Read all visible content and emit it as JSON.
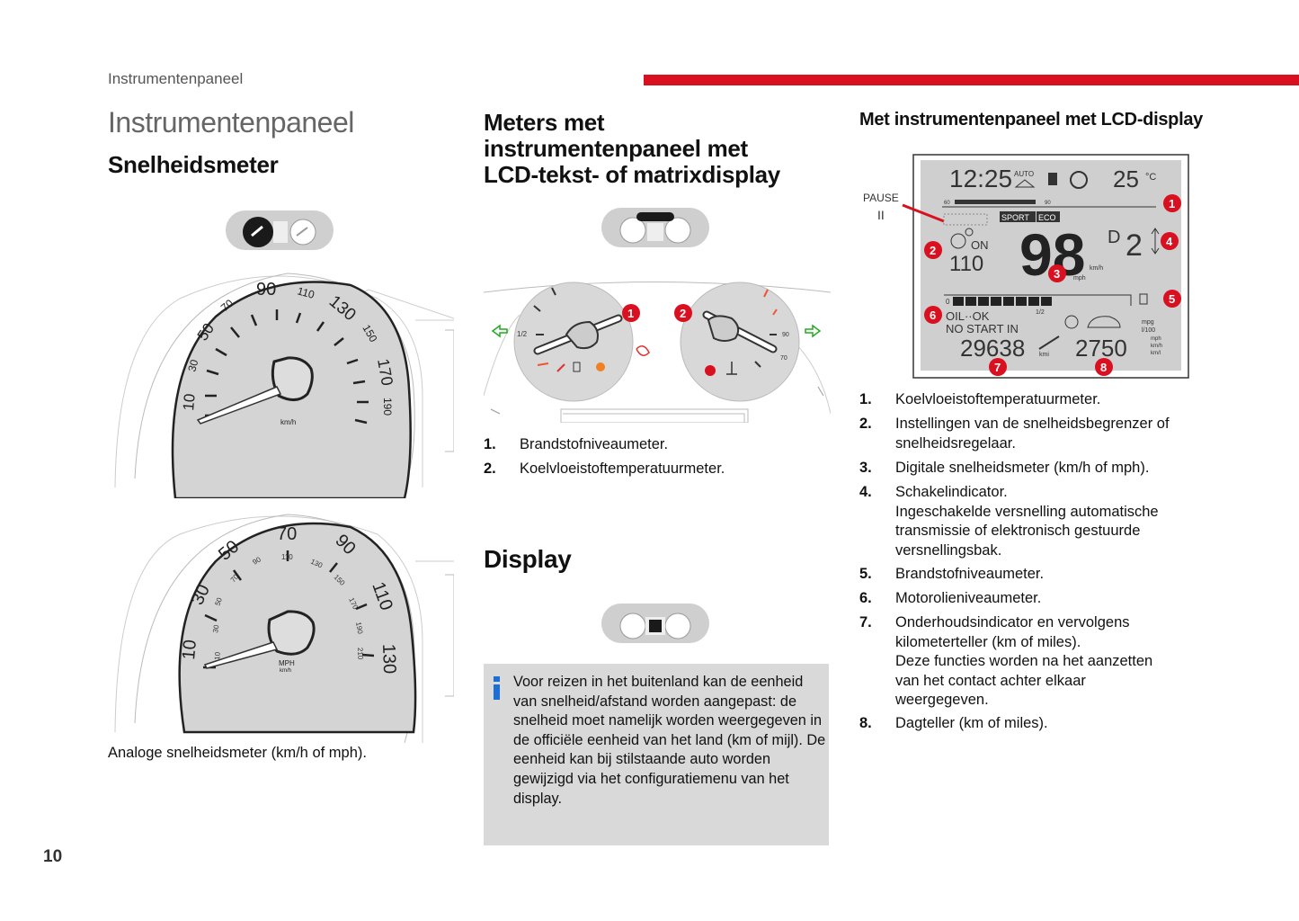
{
  "header": {
    "section_label": "Instrumentenpaneel",
    "accent_color": "#d8101f"
  },
  "left": {
    "title": "Instrumentenpaneel",
    "subtitle": "Snelheidsmeter",
    "gauge1": {
      "scale": [
        "10",
        "30",
        "50",
        "70",
        "90",
        "110",
        "130",
        "150",
        "170",
        "190"
      ],
      "unit": "km/h"
    },
    "gauge2": {
      "outer": [
        "10",
        "30",
        "50",
        "70",
        "90",
        "110",
        "130"
      ],
      "inner": [
        "10",
        "30",
        "50",
        "70",
        "90",
        "110",
        "130",
        "150",
        "170",
        "190",
        "210"
      ],
      "unit_top": "MPH",
      "unit_bottom": "km/h"
    },
    "caption": "Analoge snelheidsmeter (km/h of mph)."
  },
  "middle": {
    "title_lines": [
      "Meters met",
      "instrumentenpaneel met",
      "LCD-tekst- of matrixdisplay"
    ],
    "fuel_half": "1/2",
    "temp_90": "90",
    "temp_70": "70",
    "list": [
      {
        "num": "1.",
        "text": "Brandstofniveaumeter."
      },
      {
        "num": "2.",
        "text": "Koelvloeistoftemperatuurmeter."
      }
    ],
    "display_title": "Display",
    "info_text": "Voor reizen in het buitenland kan de eenheid van snelheid/afstand worden aangepast: de snelheid moet namelijk worden weergegeven in de officiële eenheid van het land (km of mijl). De eenheid kan bij stilstaande auto worden gewijzigd via het configuratiemenu van het display."
  },
  "right": {
    "title": "Met instrumentenpaneel met LCD-display",
    "lcd": {
      "time": "12:25",
      "auto": "AUTO",
      "outside_temp": "25",
      "temp_unit": "°C",
      "pause": "PAUSE",
      "pause_symbol": "II",
      "scale_60": "60",
      "scale_90": "90",
      "mode_sport": "SPORT",
      "mode_eco": "ECO",
      "limiter_on": "ON",
      "limiter_speed": "110",
      "speed": "98",
      "speed_unit_kmh": "km/h",
      "speed_unit_mph": "mph",
      "gear_letter": "D",
      "gear_number": "2",
      "fuel_scale_zero": "0",
      "fuel_half": "1/2",
      "fuel_filled": 8,
      "fuel_total": 14,
      "oil_text": "OIL··OK",
      "nostart_text": "NO START IN",
      "consumption_mpg": "mpg",
      "consumption_l100": "l/100",
      "odometer": "29638",
      "odo_unit": "kmi",
      "trip": "2750",
      "trip_unit_mph": "mph",
      "trip_unit_kmh": "km/h",
      "trip_unit_kml": "km/l"
    },
    "callouts": [
      "1",
      "2",
      "3",
      "4",
      "5",
      "6",
      "7",
      "8"
    ],
    "list": [
      {
        "num": "1.",
        "lines": [
          "Koelvloeistoftemperatuurmeter."
        ]
      },
      {
        "num": "2.",
        "lines": [
          "Instellingen van de snelheidsbegrenzer of",
          "snelheidsregelaar."
        ]
      },
      {
        "num": "3.",
        "lines": [
          "Digitale snelheidsmeter (km/h of mph)."
        ]
      },
      {
        "num": "4.",
        "lines": [
          "Schakelindicator.",
          "Ingeschakelde versnelling automatische",
          "transmissie of elektronisch gestuurde",
          "versnellingsbak."
        ]
      },
      {
        "num": "5.",
        "lines": [
          "Brandstofniveaumeter."
        ]
      },
      {
        "num": "6.",
        "lines": [
          "Motorolieniveaumeter."
        ]
      },
      {
        "num": "7.",
        "lines": [
          "Onderhoudsindicator en vervolgens",
          "kilometerteller (km of miles).",
          "Deze functies worden na het aanzetten",
          "van het contact achter elkaar",
          "weergegeven."
        ]
      },
      {
        "num": "8.",
        "lines": [
          "Dagteller (km of miles)."
        ]
      }
    ]
  },
  "page_number": "10"
}
